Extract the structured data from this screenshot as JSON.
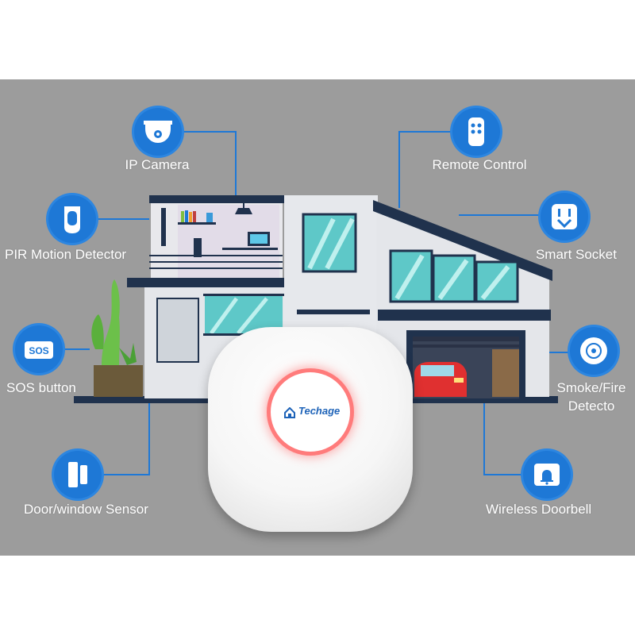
{
  "colors": {
    "background": "#9c9c9c",
    "icon_circle": "#1e78d6",
    "hub_ring": "#ff7b7b",
    "brand": "#1e63b8"
  },
  "devices": {
    "ip_camera": {
      "label": "IP Camera",
      "icon": "dome-camera-icon"
    },
    "pir": {
      "label": "PIR Motion Detector",
      "icon": "pir-sensor-icon"
    },
    "sos": {
      "label": "SOS button",
      "icon": "sos-button-icon",
      "icon_text": "SOS"
    },
    "door": {
      "label": "Door/window Sensor",
      "icon": "door-sensor-icon"
    },
    "remote": {
      "label": "Remote Control",
      "icon": "remote-control-icon"
    },
    "socket": {
      "label": "Smart Socket",
      "icon": "smart-socket-icon"
    },
    "smoke": {
      "label_line1": "Smoke/Fire",
      "label_line2": "Detecto",
      "icon": "smoke-detector-icon"
    },
    "doorbell": {
      "label": "Wireless Doorbell",
      "icon": "doorbell-icon"
    }
  },
  "hub": {
    "brand": "Techage"
  }
}
